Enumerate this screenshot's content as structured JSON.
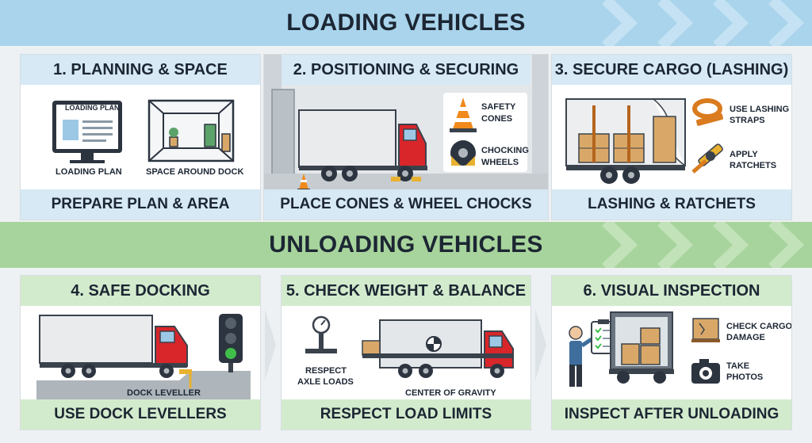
{
  "loading": {
    "title": "LOADING VEHICLES",
    "steps": [
      {
        "title": "1. PLANNING & SPACE",
        "footer": "PREPARE PLAN & AREA",
        "labels": [
          "LOADING PLAN",
          "SPACE AROUND DOCK"
        ],
        "screen_text": "LOADING PLAN"
      },
      {
        "title": "2. POSITIONING & SECURING",
        "footer": "PLACE CONES & WHEEL CHOCKS",
        "labels": [
          "SAFETY",
          "CONES",
          "CHOCKING",
          "WHEELS"
        ]
      },
      {
        "title": "3. SECURE CARGO (LASHING)",
        "footer": "LASHING & RATCHETS",
        "labels": [
          "USE LASHING",
          "STRAPS",
          "APPLY",
          "RATCHETS"
        ]
      }
    ]
  },
  "unloading": {
    "title": "UNLOADING VEHICLES",
    "steps": [
      {
        "title": "4. SAFE DOCKING",
        "footer": "USE DOCK LEVELLERS",
        "labels": [
          "DOCK LEVELLER"
        ]
      },
      {
        "title": "5. CHECK WEIGHT & BALANCE",
        "footer": "RESPECT LOAD LIMITS",
        "labels": [
          "RESPECT",
          "AXLE LOADS",
          "CENTER OF GRAVITY"
        ]
      },
      {
        "title": "6. VISUAL INSPECTION",
        "footer": "INSPECT AFTER UNLOADING",
        "labels": [
          "CHECK CARGO",
          "DAMAGE",
          "TAKE",
          "PHOTOS"
        ]
      }
    ]
  },
  "colors": {
    "load_band": "#a9d4ec",
    "unload_band": "#a7d49c",
    "truck_cab": "#d8262b",
    "cone": "#f08a1c",
    "cargo": "#d9a868"
  }
}
